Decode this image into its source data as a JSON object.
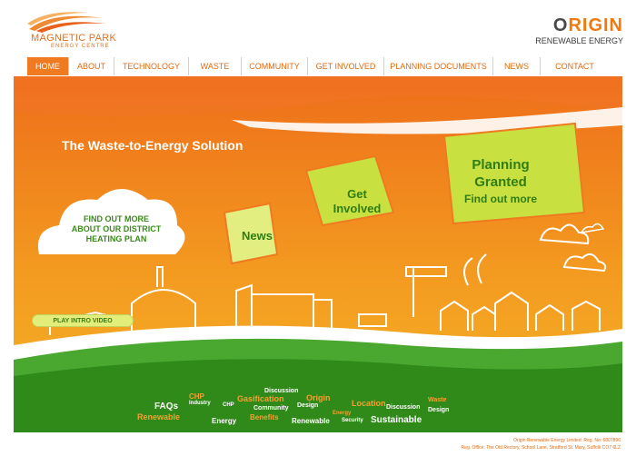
{
  "header": {
    "brand_name": "MAGNETIC PARK",
    "brand_sub": "ENERGY CENTRE",
    "partner_o": "O",
    "partner_rest": "RIGIN",
    "partner_sub": "RENEWABLE ENERGY"
  },
  "nav": {
    "items": [
      {
        "label": "HOME",
        "active": true
      },
      {
        "label": "ABOUT"
      },
      {
        "label": "TECHNOLOGY"
      },
      {
        "label": "WASTE"
      },
      {
        "label": "COMMUNITY"
      },
      {
        "label": "GET INVOLVED"
      },
      {
        "label": "PLANNING DOCUMENTS"
      },
      {
        "label": "NEWS"
      },
      {
        "label": "CONTACT"
      }
    ]
  },
  "hero": {
    "title": "The Waste-to-Energy Solution",
    "cloud_line1": "FIND OUT MORE",
    "cloud_line2": "ABOUT OUR DISTRICT",
    "cloud_line3": "HEATING PLAN",
    "news": "News",
    "get_involved_1": "Get",
    "get_involved_2": "Involved",
    "planning_1": "Planning",
    "planning_2": "Granted",
    "planning_3": "Find out more",
    "video": "PLAY INTRO VIDEO",
    "tags": [
      "FAQs",
      "CHP",
      "Industry",
      "Gasification",
      "Discussion",
      "Origin",
      "Location",
      "Discussion",
      "Waste",
      "Renewable",
      "CHP",
      "Community",
      "Design",
      "Energy",
      "Design",
      "Energy",
      "Benefits",
      "Renewable",
      "Security",
      "Sustainable"
    ]
  },
  "colors": {
    "orange": "#f07a20",
    "green": "#2f8a1a",
    "yellow_green": "#c8e040"
  },
  "footer": {
    "line1": "Origin Renewable Energy Limited. Reg. No: 6807896",
    "line2": "Reg. Office: The Old Rectory, School Lane, Stratford St. Mary, Suffolk CO7 6LZ"
  }
}
